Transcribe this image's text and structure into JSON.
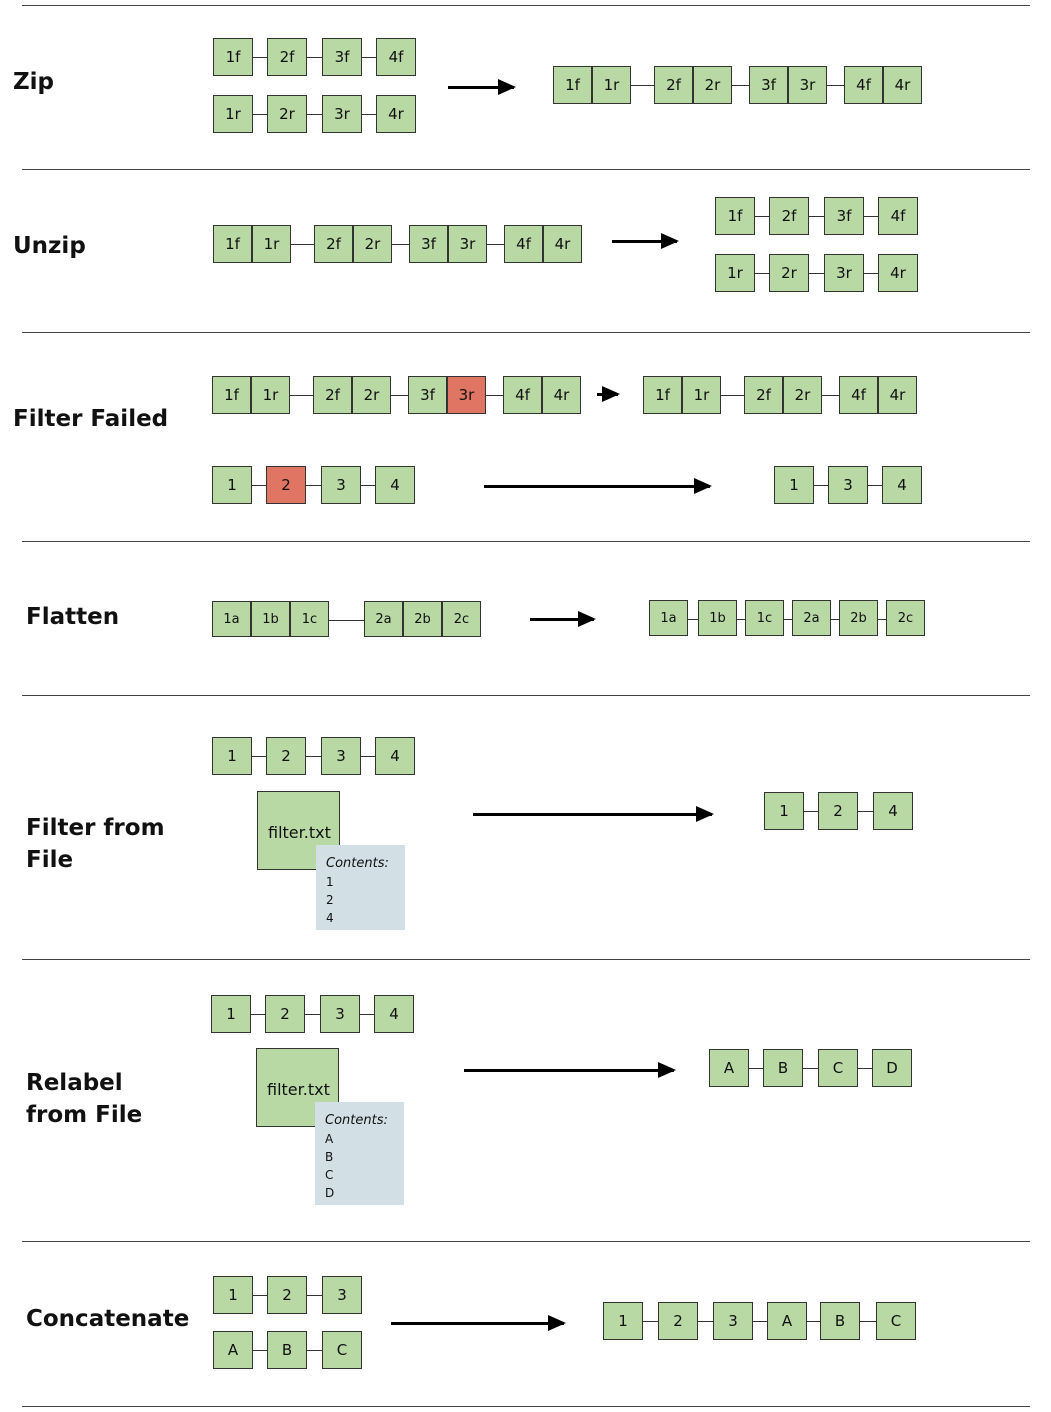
{
  "zip": {
    "title": "Zip",
    "row_f": [
      "1f",
      "2f",
      "3f",
      "4f"
    ],
    "row_r": [
      "1r",
      "2r",
      "3r",
      "4r"
    ],
    "out_pairs": [
      [
        "1f",
        "1r"
      ],
      [
        "2f",
        "2r"
      ],
      [
        "3f",
        "3r"
      ],
      [
        "4f",
        "4r"
      ]
    ]
  },
  "unzip": {
    "title": "Unzip",
    "in_pairs": [
      [
        "1f",
        "1r"
      ],
      [
        "2f",
        "2r"
      ],
      [
        "3f",
        "3r"
      ],
      [
        "4f",
        "4r"
      ]
    ],
    "row_f": [
      "1f",
      "2f",
      "3f",
      "4f"
    ],
    "row_r": [
      "1r",
      "2r",
      "3r",
      "4r"
    ]
  },
  "filter_failed": {
    "title": "Filter Failed",
    "in_pairs": [
      [
        "1f",
        "1r"
      ],
      [
        "2f",
        "2r"
      ],
      [
        "3f",
        "3r"
      ],
      [
        "4f",
        "4r"
      ]
    ],
    "out_pairs": [
      [
        "1f",
        "1r"
      ],
      [
        "2f",
        "2r"
      ],
      [
        "4f",
        "4r"
      ]
    ],
    "in_singles": [
      "1",
      "2",
      "3",
      "4"
    ],
    "out_singles": [
      "1",
      "3",
      "4"
    ],
    "failed_color": "#e07563"
  },
  "flatten": {
    "title": "Flatten",
    "in_groups": [
      [
        "1a",
        "1b",
        "1c"
      ],
      [
        "2a",
        "2b",
        "2c"
      ]
    ],
    "out_items": [
      "1a",
      "1b",
      "1c",
      "2a",
      "2b",
      "2c"
    ]
  },
  "filter_file": {
    "title": "Filter from\nFile",
    "in_items": [
      "1",
      "2",
      "3",
      "4"
    ],
    "file_name": "filter.txt",
    "contents_label": "Contents:",
    "contents": [
      "1",
      "2",
      "4"
    ],
    "out_items": [
      "1",
      "2",
      "4"
    ]
  },
  "relabel_file": {
    "title": "Relabel\nfrom File",
    "in_items": [
      "1",
      "2",
      "3",
      "4"
    ],
    "file_name": "filter.txt",
    "contents_label": "Contents:",
    "contents": [
      "A",
      "B",
      "C",
      "D"
    ],
    "out_items": [
      "A",
      "B",
      "C",
      "D"
    ]
  },
  "concatenate": {
    "title": "Concatenate",
    "row_num": [
      "1",
      "2",
      "3"
    ],
    "row_alpha": [
      "A",
      "B",
      "C"
    ],
    "out_items": [
      "1",
      "2",
      "3",
      "A",
      "B",
      "C"
    ]
  },
  "colors": {
    "box_fill": "#b8d8a4",
    "failed_fill": "#e07563",
    "note_fill": "#d2e0e6"
  }
}
